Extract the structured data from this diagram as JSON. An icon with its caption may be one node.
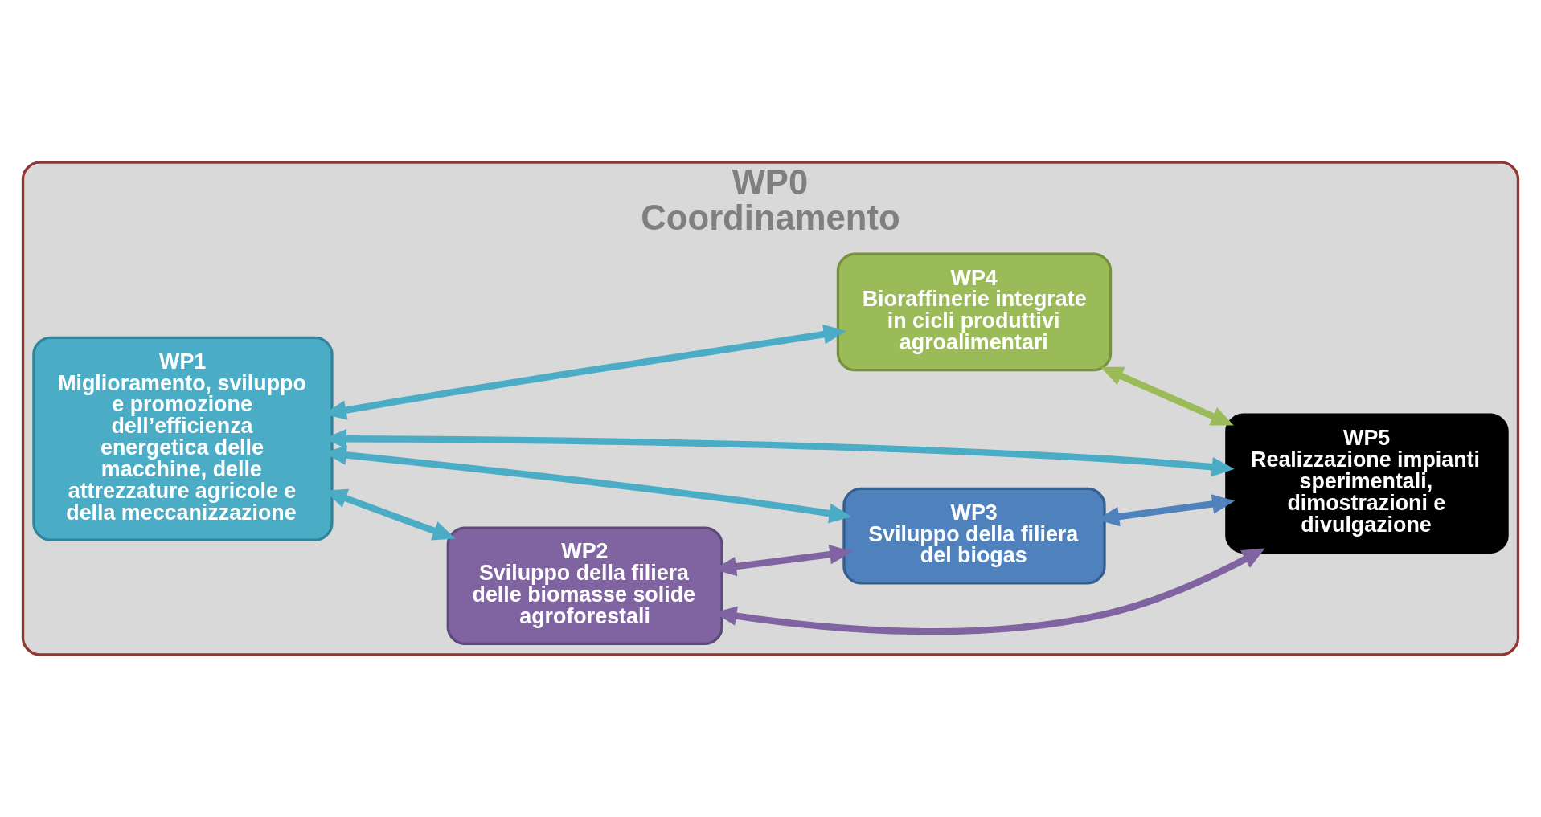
{
  "diagram": {
    "nodes": [
      {
        "text": [
          "WP0",
          "Coordinamento"
        ]
      },
      {
        "text": [
          "WP1",
          "Miglioramento, sviluppo e promozione dell’efficienza energetica delle macchine, delle attrezzature agricole e della meccanizzazione"
        ],
        "in": 0
      },
      {
        "text": [
          "WP2",
          "Sviluppo della filiera delle biomasse solide agroforestali"
        ],
        "in": 0
      },
      {
        "text": [
          "WP3",
          "Sviluppo della filiera del biogas"
        ],
        "in": 0
      },
      {
        "text": [
          "WP5",
          "Realizzazione impianti sperimentali, dimostrazioni e divulgazione"
        ],
        "in": 0
      },
      {
        "text": [
          "WP4",
          "Bioraffinerie integrate in cicli produttivi agroalimentari"
        ],
        "in": 0
      }
    ],
    "edges": [
      {
        "from": 1,
        "to": 3,
        "arrow": "both"
      },
      {
        "from": 1,
        "to": 2,
        "arrow": "both"
      },
      {
        "from": 2,
        "to": 3,
        "arrow": "both",
        "color": "#8064a2"
      },
      {
        "from": 1,
        "to": 4,
        "arrow": "both"
      },
      {
        "from": 2,
        "to": 4,
        "arrow": "both",
        "color": "#8064a2"
      },
      {
        "from": 3,
        "to": 4,
        "arrow": "both",
        "color": "#4f81bd"
      },
      {
        "from": 1,
        "to": 5,
        "arrow": "both"
      },
      {
        "from": 5,
        "to": 4,
        "arrow": "both",
        "color": "#9bbb59"
      }
    ]
  }
}
